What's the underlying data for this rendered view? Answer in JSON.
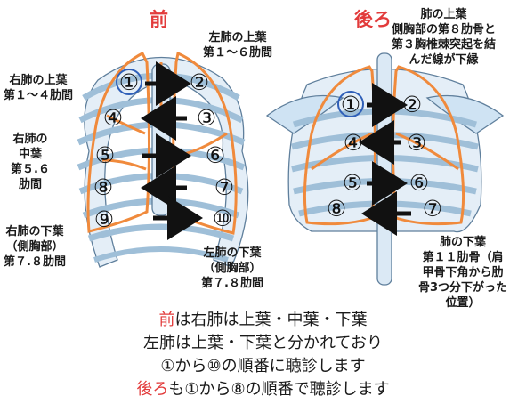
{
  "headings": {
    "front": "前",
    "back": "後ろ"
  },
  "front_labels": {
    "left_upper": [
      "左肺の上葉",
      "第１〜６肋間"
    ],
    "right_upper": [
      "右肺の上葉",
      "第１〜４肋間"
    ],
    "right_middle": [
      "右肺の",
      "中葉",
      "第５.６",
      "肋間"
    ],
    "right_lower": [
      "右肺の下葉",
      "（側胸部）",
      "第７.８肋間"
    ],
    "left_lower": [
      "左肺の下葉",
      "（側胸部）",
      "第７.８肋間"
    ]
  },
  "back_labels": {
    "upper": [
      "肺の上葉",
      "側胸部の第８肋骨と",
      "第３胸椎棘突起を結",
      "んだ線が下縁"
    ],
    "lower": [
      "肺の下葉",
      "第１１肋骨（肩",
      "甲骨下角から肋",
      "骨3つ分下がった",
      "位置）"
    ]
  },
  "front_numbers": [
    "①",
    "②",
    "③",
    "④",
    "⑤",
    "⑥",
    "⑦",
    "⑧",
    "⑨",
    "⑩"
  ],
  "back_numbers": [
    "①",
    "②",
    "③",
    "④",
    "⑤",
    "⑥",
    "⑦",
    "⑧"
  ],
  "caption": {
    "line1_red": "前",
    "line1_rest": "は右肺は上葉・中葉・下葉",
    "line2": "左肺は上葉・下葉と分かれており",
    "line3": "①から⑩の順番に聴診します",
    "line4_red": "後ろ",
    "line4_rest": "も①から⑧の順番で聴診します"
  },
  "colors": {
    "bone": "#cfe3f3",
    "bone_stroke": "#5f7f9c",
    "lung": "#f08a3c",
    "accent": "#e23b3b",
    "first_ring": "#2f5fb8"
  }
}
